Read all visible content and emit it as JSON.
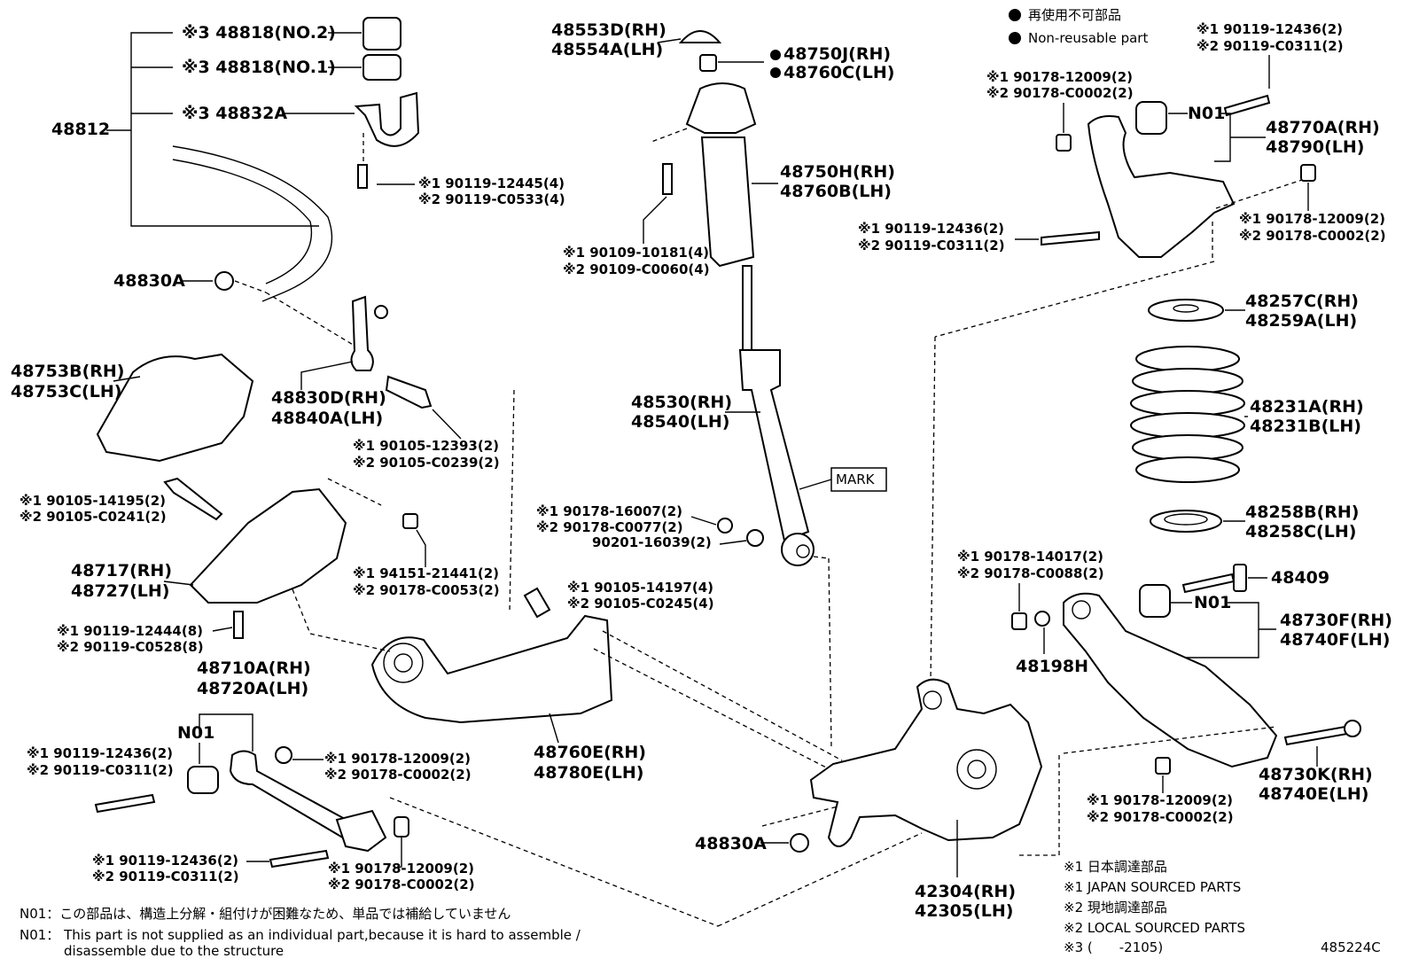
{
  "legend": {
    "non_reusable_jp": "再使用不可部品",
    "non_reusable_en": "Non-reusable part"
  },
  "labels": {
    "stabilizer_bar": "48812",
    "bushing_no2": "※3 48818(NO.2)",
    "bushing_no1": "※3 48818(NO.1)",
    "bracket": "※3 48832A",
    "bracket_bolt_1": "※1 90119-12445(4)",
    "bracket_bolt_2": "※2 90119-C0533(4)",
    "nut_48830a_top": "48830A",
    "heat_insulator_rh": "48753B(RH)",
    "heat_insulator_lh": "48753C(LH)",
    "stab_link_rh": "48830D(RH)",
    "stab_link_lh": "48840A(LH)",
    "link_bolt_1": "※1 90105-12393(2)",
    "link_bolt_2": "※2 90105-C0239(2)",
    "arm_bolt_1": "※1 90105-14195(2)",
    "arm_bolt_2": "※2 90105-C0241(2)",
    "bracket_arm_rh": "48717(RH)",
    "bracket_arm_lh": "48727(LH)",
    "bracket_nut_1": "※1 94151-21441(2)",
    "bracket_nut_2": "※2 90178-C0053(2)",
    "bracket_bolt8_1": "※1 90119-12444(8)",
    "bracket_bolt8_2": "※2 90119-C0528(8)",
    "toe_arm_rh": "48710A(RH)",
    "toe_arm_lh": "48720A(LH)",
    "n01_a": "N01",
    "toe_bolt_1": "※1 90119-12436(2)",
    "toe_bolt_2": "※2 90119-C0311(2)",
    "toe_nut_1": "※1 90178-12009(2)",
    "toe_nut_2": "※2 90178-C0002(2)",
    "toe_bolt_b1": "※1 90119-12436(2)",
    "toe_bolt_b2": "※2 90119-C0311(2)",
    "toe_nut_b1": "※1 90178-12009(2)",
    "toe_nut_b2": "※2 90178-C0002(2)",
    "trailing_arm_rh": "48760E(RH)",
    "trailing_arm_lh": "48780E(LH)",
    "trail_bolt_1": "※1 90105-14197(4)",
    "trail_bolt_2": "※2 90105-C0245(4)",
    "shock_nut_1": "※1 90178-16007(2)",
    "shock_nut_2": "※2 90178-C0077(2)",
    "shock_washer": "90201-16039(2)",
    "dust_cap_rh": "48553D(RH)",
    "dust_cap_lh": "48554A(LH)",
    "upper_nut_rh": "48750J(RH)",
    "upper_nut_lh": "48760C(LH)",
    "support_rh": "48750H(RH)",
    "support_lh": "48760B(LH)",
    "support_bolt_1": "※1 90109-10181(4)",
    "support_bolt_2": "※2 90109-C0060(4)",
    "absorber_rh": "48530(RH)",
    "absorber_lh": "48540(LH)",
    "mark": "MARK",
    "upper_arm_bolt_1": "※1 90119-12436(2)",
    "upper_arm_bolt_2": "※2 90119-C0311(2)",
    "upper_arm_nut_1": "※1 90178-12009(2)",
    "upper_arm_nut_2": "※2 90178-C0002(2)",
    "n01_b": "N01",
    "upper_arm_rh": "48770A(RH)",
    "upper_arm_lh": "48790(LH)",
    "upper_arm_bolt_b1": "※1 90119-12436(2)",
    "upper_arm_bolt_b2": "※2 90119-C0311(2)",
    "upper_arm_nut_b1": "※1 90178-12009(2)",
    "upper_arm_nut_b2": "※2 90178-C0002(2)",
    "spring_seat_upper_rh": "48257C(RH)",
    "spring_seat_upper_lh": "48259A(LH)",
    "coil_spring_rh": "48231A(RH)",
    "coil_spring_lh": "48231B(LH)",
    "spring_seat_lower_rh": "48258B(RH)",
    "spring_seat_lower_lh": "48258C(LH)",
    "lower_nut_1": "※1 90178-14017(2)",
    "lower_nut_2": "※2 90178-C0088(2)",
    "cam_bolt": "48409",
    "n01_c": "N01",
    "lower_arm_rh": "48730F(RH)",
    "lower_arm_lh": "48740F(LH)",
    "cam_plate": "48198H",
    "lower_bolt_rh": "48730K(RH)",
    "lower_bolt_lh": "48740E(LH)",
    "lower_nut_b1": "※1 90178-12009(2)",
    "lower_nut_b2": "※2 90178-C0002(2)",
    "nut_48830a_bottom": "48830A",
    "carrier_rh": "42304(RH)",
    "carrier_lh": "42305(LH)"
  },
  "footnotes": {
    "n01_jp": "N01：この部品は、構造上分解・組付けが困難なため、単品では補給していません",
    "n01_en_1": "N01： This part is not supplied as an individual part,because it is hard to assemble /",
    "n01_en_2": "disassemble due to the structure",
    "src1_jp": "※1 日本調達部品",
    "src1_en": "※1 JAPAN SOURCED PARTS",
    "src2_jp": "※2 現地調達部品",
    "src2_en": "※2 LOCAL SOURCED PARTS",
    "src3": "※3 (　　-2105)",
    "diagram_id": "485224C"
  }
}
